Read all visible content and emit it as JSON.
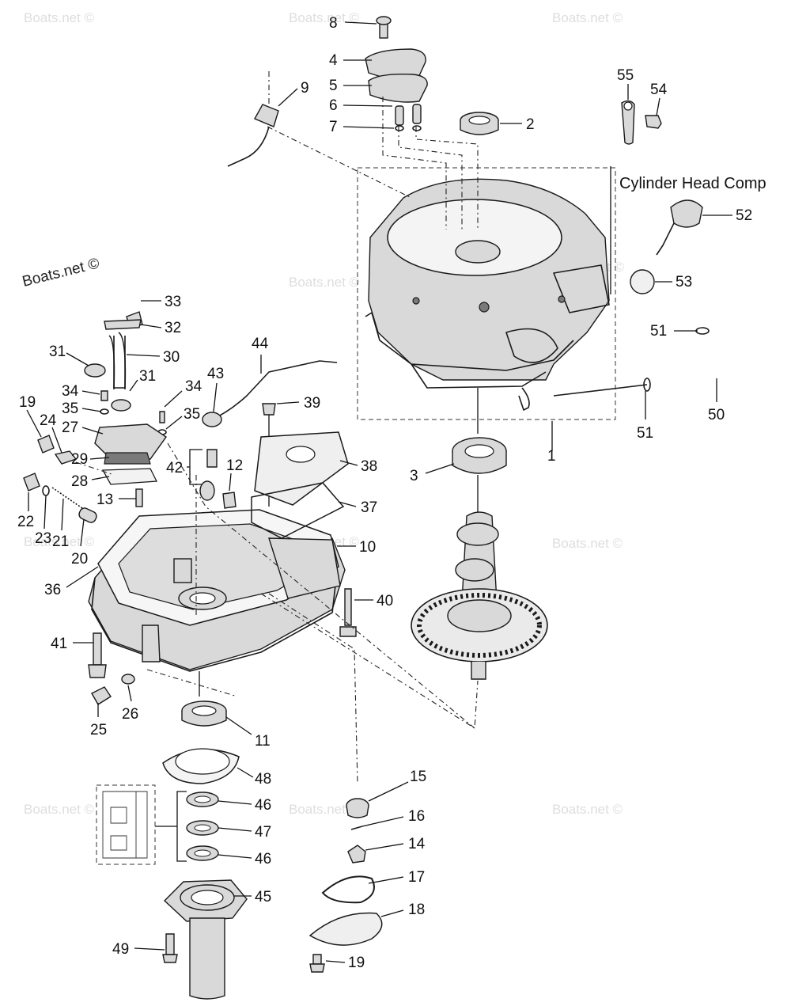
{
  "caption": "Cylinder Head Comp",
  "watermark_primary": "Boats.net ©",
  "watermark_faint": "Boats.net ©",
  "callouts": [
    "8",
    "4",
    "5",
    "6",
    "7",
    "9",
    "2",
    "55",
    "54",
    "52",
    "53",
    "51",
    "50",
    "51",
    "1",
    "3",
    "33",
    "32",
    "31",
    "30",
    "31",
    "34",
    "35",
    "34",
    "35",
    "19",
    "24",
    "27",
    "29",
    "28",
    "44",
    "43",
    "39",
    "38",
    "37",
    "42",
    "12",
    "13",
    "22",
    "23",
    "21",
    "20",
    "10",
    "36",
    "40",
    "41",
    "26",
    "25",
    "11",
    "48",
    "46",
    "47",
    "46",
    "45",
    "49",
    "15",
    "16",
    "14",
    "17",
    "18",
    "19"
  ]
}
